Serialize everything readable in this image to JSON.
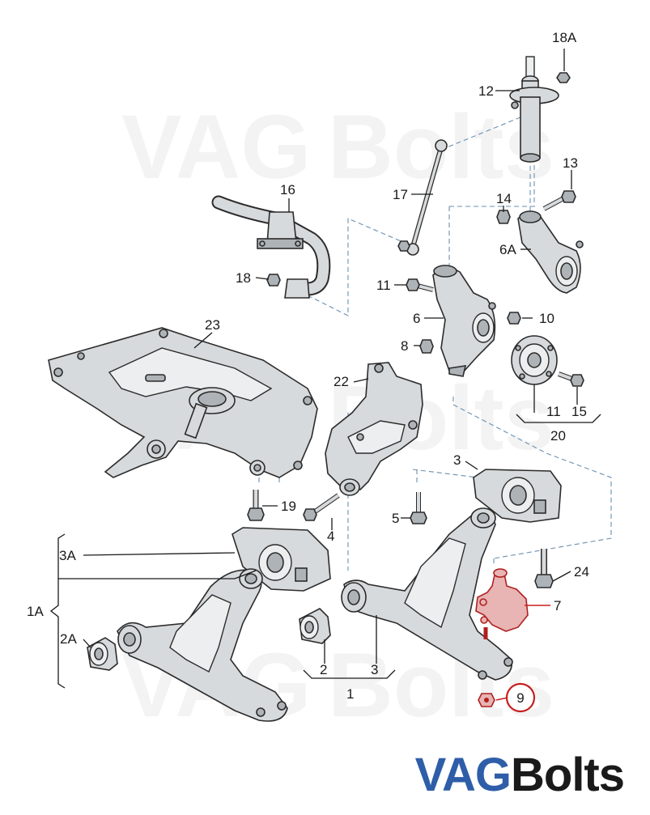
{
  "labels": {
    "l18A": "18A",
    "l12": "12",
    "l13": "13",
    "l14": "14",
    "l6A": "6A",
    "l16": "16",
    "l17": "17",
    "l18": "18",
    "l11a": "11",
    "l6": "6",
    "l10": "10",
    "l8": "8",
    "l23": "23",
    "l22": "22",
    "l11b": "11",
    "l15": "15",
    "l20": "20",
    "l3a": "3",
    "l19": "19",
    "l5": "5",
    "l4": "4",
    "l3A": "3A",
    "l24": "24",
    "l7": "7",
    "l1A": "1A",
    "l2A": "2A",
    "l2": "2",
    "l3b": "3",
    "l1": "1",
    "l9": "9"
  },
  "watermark": {
    "vag": "VAG",
    "bolts": "Bolts"
  },
  "brand": {
    "vag": "VAG",
    "bolts": "Bolts"
  },
  "colors": {
    "brand_blue": "#2f5ea8",
    "highlight_red": "#c81e1e"
  }
}
